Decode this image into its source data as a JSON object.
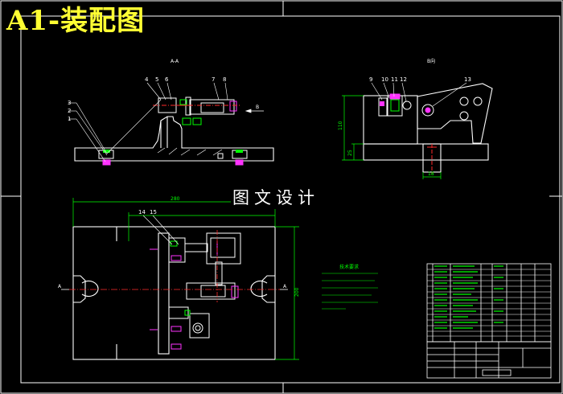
{
  "title": "A1-装配图",
  "watermark": "图文设计",
  "colors": {
    "background": "#000000",
    "frame": "#ffffff",
    "part": "#ffffff",
    "dimension": "#00ff00",
    "centerline": "#ff2a2a",
    "highlight": "#ffff33",
    "detail": "#ff33ff",
    "leader": "#00ffff"
  },
  "view_labels": {
    "front": "A-A",
    "side": "B向"
  },
  "part_numbers": {
    "front": [
      "1",
      "2",
      "3",
      "4",
      "5",
      "6",
      "7",
      "8"
    ],
    "side": [
      "9",
      "10",
      "11",
      "12",
      "13"
    ],
    "plan": [
      "14",
      "15"
    ]
  },
  "dimension_labels": {
    "height_side": "110",
    "base_side": "25",
    "slot_side": "18",
    "width_plan": "280",
    "height_plan": "200",
    "arrow_b": "B"
  },
  "section_marks": [
    "A",
    "A"
  ],
  "tech_requirements_title": "技术要求"
}
